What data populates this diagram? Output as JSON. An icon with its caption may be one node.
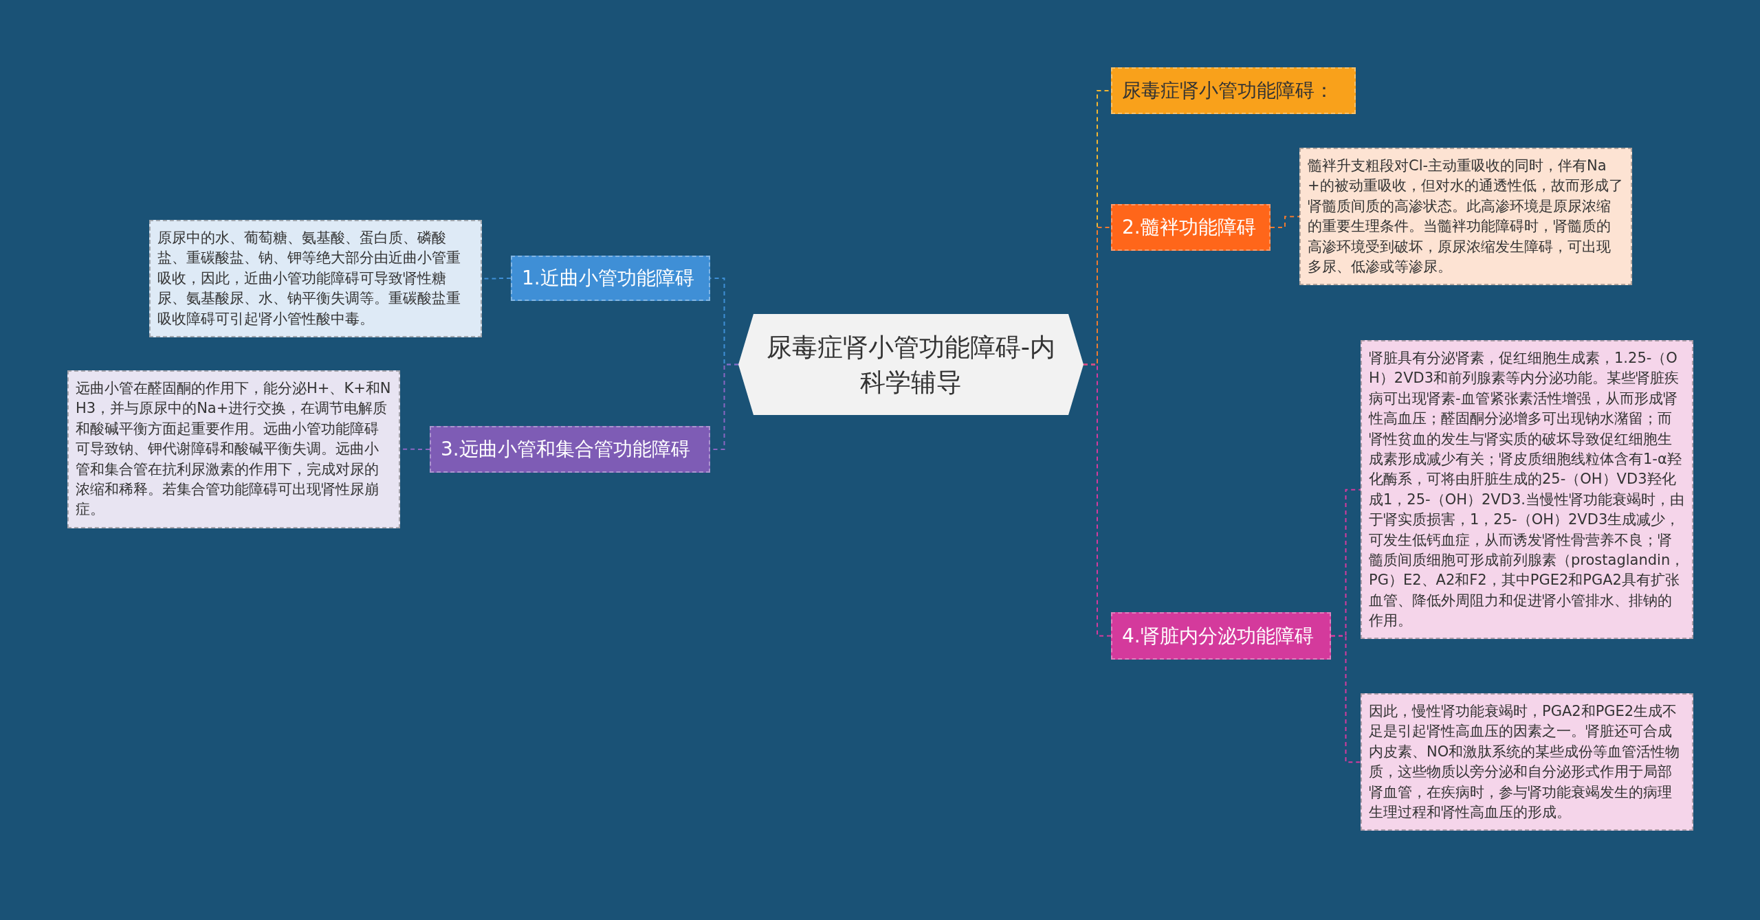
{
  "diagram": {
    "nodes": [
      {
        "text": [
          "尿毒症肾小管功能障碍-内科学辅导"
        ]
      },
      {
        "text": [
          "尿毒症肾小管功能障碍："
        ]
      },
      {
        "text": [
          "2.髓袢功能障碍"
        ]
      },
      {
        "text": [
          "髓袢升支粗段对Cl-主动重吸收的同时，伴有Na+的被动重吸收，但对水的通透性低，故而形成了肾髓质间质的高渗状态。此高渗环境是原尿浓缩的重要生理条件。当髓袢功能障碍时，肾髓质的高渗环境受到破坏，原尿浓缩发生障碍，可出现多尿、低渗或等渗尿。"
        ]
      },
      {
        "text": [
          "4.肾脏内分泌功能障碍"
        ]
      },
      {
        "text": [
          "肾脏具有分泌肾素，促红细胞生成素，1.25-（OH）2VD3和前列腺素等内分泌功能。某些肾脏疾病可出现肾素-血管紧张素活性增强，从而形成肾性高血压；醛固酮分泌增多可出现钠水潴留；而肾性贫血的发生与肾实质的破坏导致促红细胞生成素形成减少有关；肾皮质细胞线粒体含有1-α羟化酶系，可将由肝脏生成的25-（OH）VD3羟化成1，25-（OH）2VD3.当慢性肾功能衰竭时，由于肾实质损害，1，25-（OH）2VD3生成减少，可发生低钙血症，从而诱发肾性骨营养不良；肾髓质间质细胞可形成前列腺素（prostaglandin，PG）E2、A2和F2，其中PGE2和PGA2具有扩张血管、降低外周阻力和促进肾小管排水、排钠的作用。"
        ]
      },
      {
        "text": [
          "因此，慢性肾功能衰竭时，PGA2和PGE2生成不足是引起肾性高血压的因素之一。肾脏还可合成内皮素、NO和激肽系统的某些成份等血管活性物质，这些物质以旁分泌和自分泌形式作用于局部肾血管，在疾病时，参与肾功能衰竭发生的病理生理过程和肾性高血压的形成。"
        ]
      },
      {
        "text": [
          "1.近曲小管功能障碍"
        ]
      },
      {
        "text": [
          "原尿中的水、葡萄糖、氨基酸、蛋白质、磷酸盐、重碳酸盐、钠、钾等绝大部分由近曲小管重吸收，因此，近曲小管功能障碍可导致肾性糖尿、氨基酸尿、水、钠平衡失调等。重碳酸盐重吸收障碍可引起肾小管性酸中毒。"
        ]
      },
      {
        "text": [
          "3.远曲小管和集合管功能障碍"
        ]
      },
      {
        "text": [
          "远曲小管在醛固酮的作用下，能分泌H+、K+和NH3，并与原尿中的Na+进行交换，在调节电解质和酸碱平衡方面起重要作用。远曲小管功能障碍可导致钠、钾代谢障碍和酸碱平衡失调。远曲小管和集合管在抗利尿激素的作用下，完成对尿的浓缩和稀释。若集合管功能障碍可出现肾性尿崩症。"
        ]
      }
    ],
    "edges": [
      {
        "from": 0,
        "to": 1,
        "arrow": "none",
        "style": "dashed",
        "color": "#f5b731"
      },
      {
        "from": 0,
        "to": 2,
        "arrow": "none",
        "style": "dashed",
        "color": "#f07a30"
      },
      {
        "from": 2,
        "to": 3,
        "arrow": "none",
        "style": "dashed",
        "color": "#f07a30"
      },
      {
        "from": 0,
        "to": 4,
        "arrow": "none",
        "style": "dashed",
        "color": "#d63a9e"
      },
      {
        "from": 4,
        "to": 5,
        "arrow": "none",
        "style": "dashed",
        "color": "#d63a9e"
      },
      {
        "from": 4,
        "to": 6,
        "arrow": "none",
        "style": "dashed",
        "color": "#d63a9e"
      },
      {
        "from": 0,
        "to": 7,
        "arrow": "none",
        "style": "dashed",
        "color": "#3f8fd6"
      },
      {
        "from": 7,
        "to": 8,
        "arrow": "none",
        "style": "dashed",
        "color": "#3f8fd6"
      },
      {
        "from": 0,
        "to": 9,
        "arrow": "none",
        "style": "dashed",
        "color": "#8a66c2"
      },
      {
        "from": 9,
        "to": 10,
        "arrow": "none",
        "style": "dashed",
        "color": "#8a66c2"
      }
    ]
  }
}
